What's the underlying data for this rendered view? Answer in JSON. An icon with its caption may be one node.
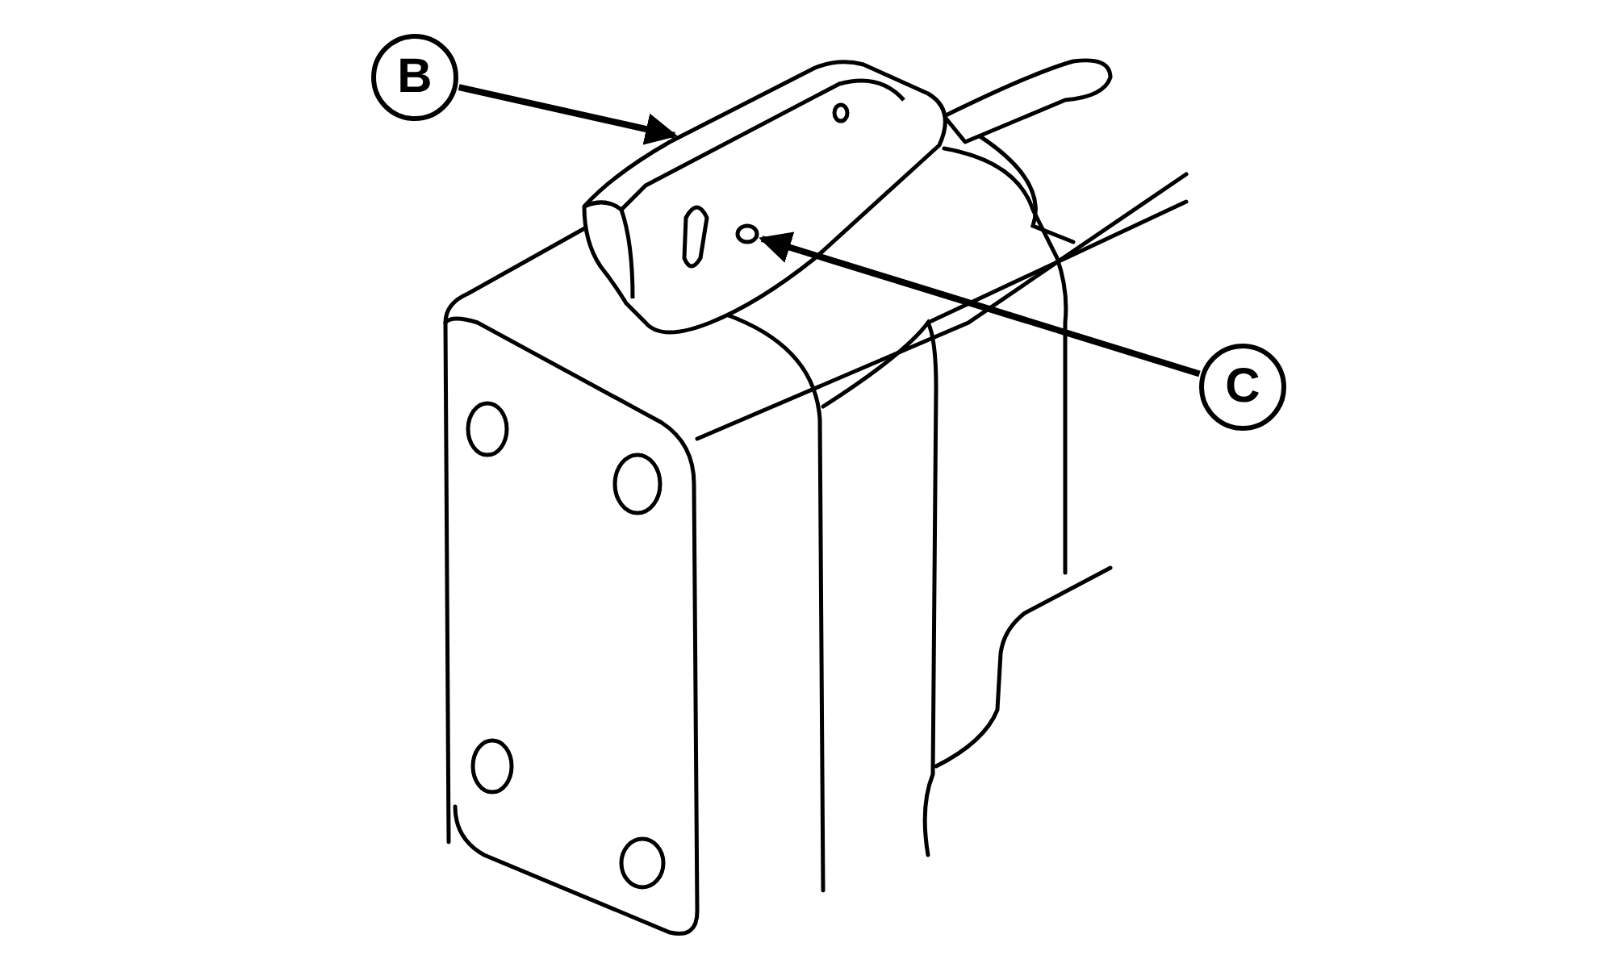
{
  "diagram": {
    "nodes": [
      {
        "text": [
          "B"
        ]
      },
      {
        "text": [],
        "shape": "picture"
      },
      {
        "text": [
          "C"
        ]
      },
      {
        "text": [],
        "shape": "circle",
        "in": 1
      }
    ],
    "edges": [
      {
        "from": 0,
        "to": 1,
        "arrow": "to"
      },
      {
        "from": 2,
        "to": 3,
        "arrow": "to"
      }
    ]
  }
}
